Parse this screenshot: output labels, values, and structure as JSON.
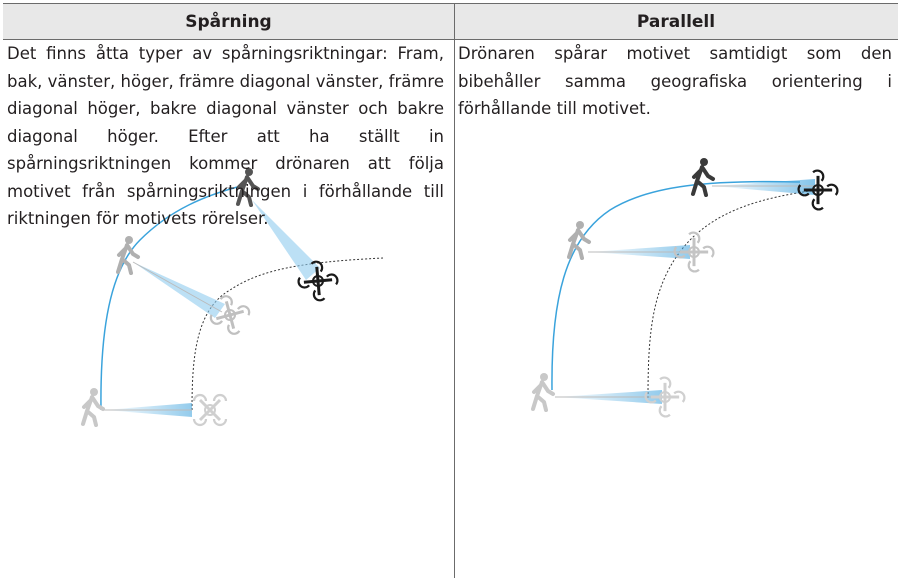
{
  "columns": [
    {
      "header": "Spårning",
      "text": "Det finns åtta typer av spårningsriktningar: Fram, bak, vänster, höger, främre diagonal vänster, främre diagonal höger, bakre diagonal vänster och bakre diagonal höger. Efter att ha ställt in spårningsriktningen kommer drönaren att följa motivet från spårningsriktningen i förhållande till riktningen för motivets rörelser."
    },
    {
      "header": "Parallell",
      "text": "Drönaren spårar motivet samtidigt som den bibehåller samma geografiska orientering i förhållande till motivet."
    }
  ],
  "colors": {
    "path_blue": "#3aa3dc",
    "beam_blue": "#9fd3f2",
    "ghost_gray": "#c8c8c8",
    "active_black": "#1a1a1a"
  }
}
